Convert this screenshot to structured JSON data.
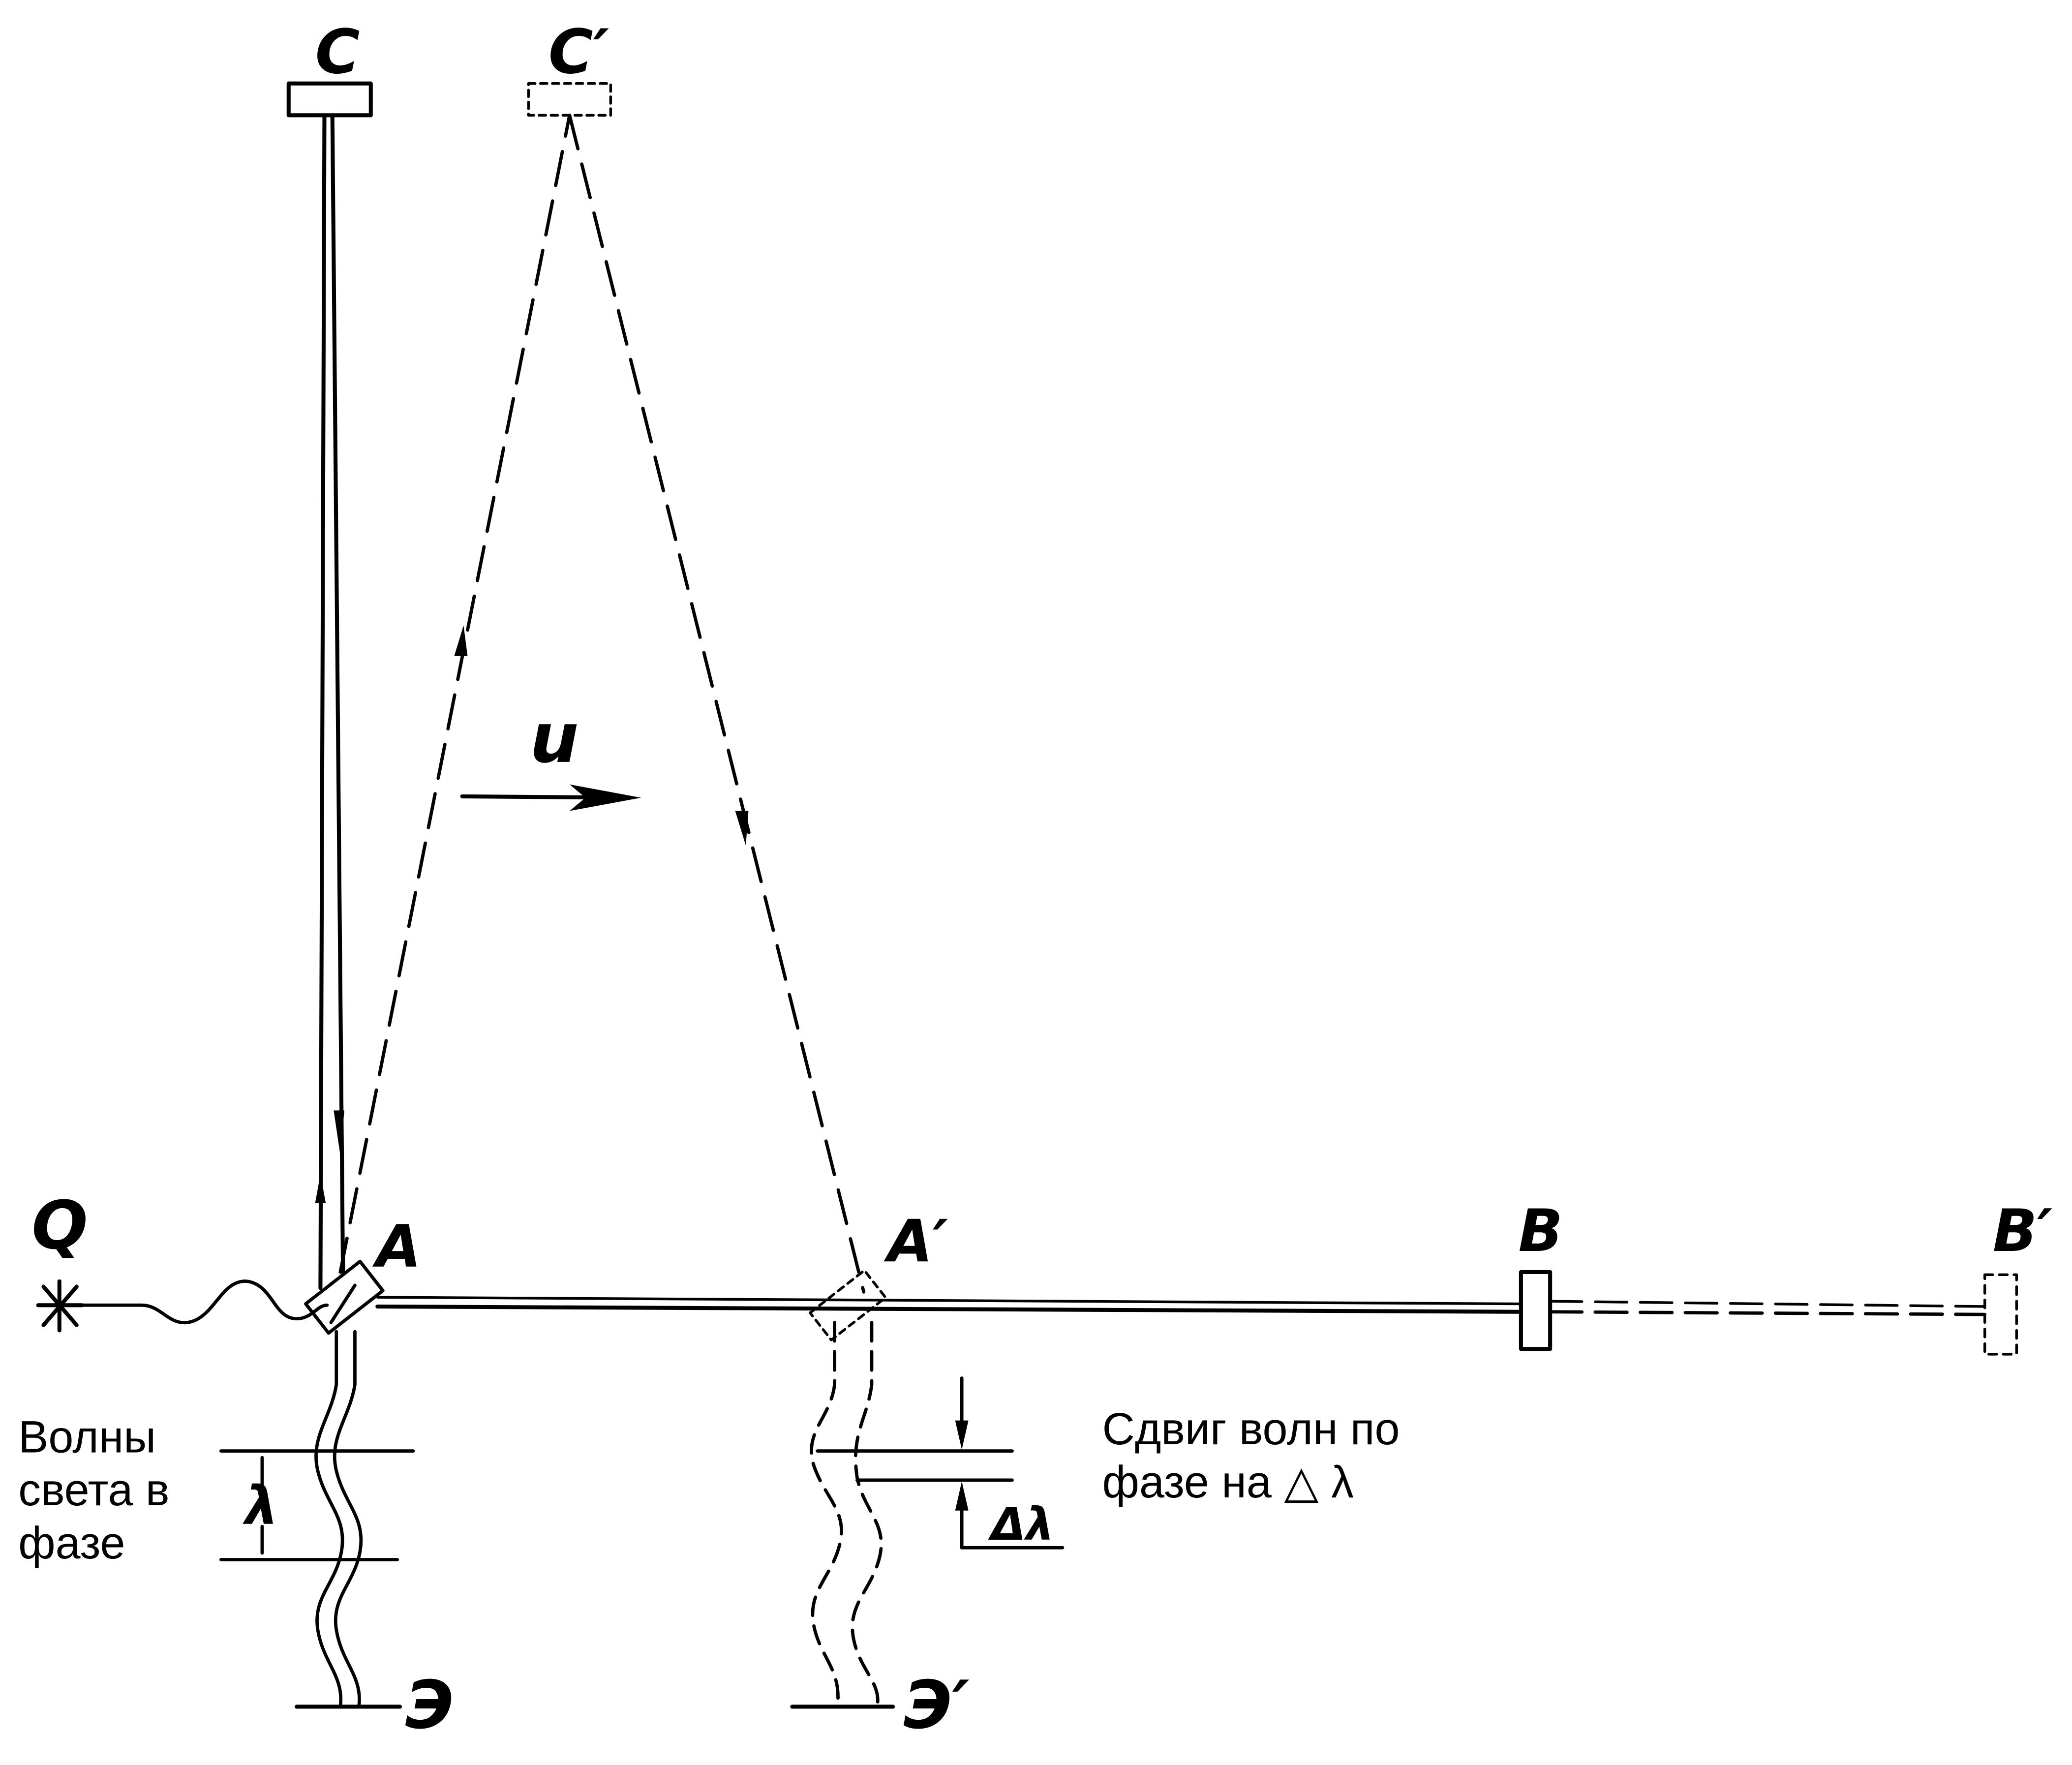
{
  "labels": {
    "C": "C",
    "C_prime": "C′",
    "Q": "Q",
    "A": "A",
    "A_prime": "A′",
    "B": "B",
    "B_prime": "B′",
    "velocity": "u",
    "lambda": "λ",
    "delta_lambda": "Δλ",
    "screen": "Э",
    "screen_prime": "Э′"
  },
  "captions": {
    "in_phase": [
      "Волны",
      "света  в",
      "фазе"
    ],
    "phase_shift": [
      "Сдвиг волн по",
      "фазе на △ λ"
    ]
  }
}
